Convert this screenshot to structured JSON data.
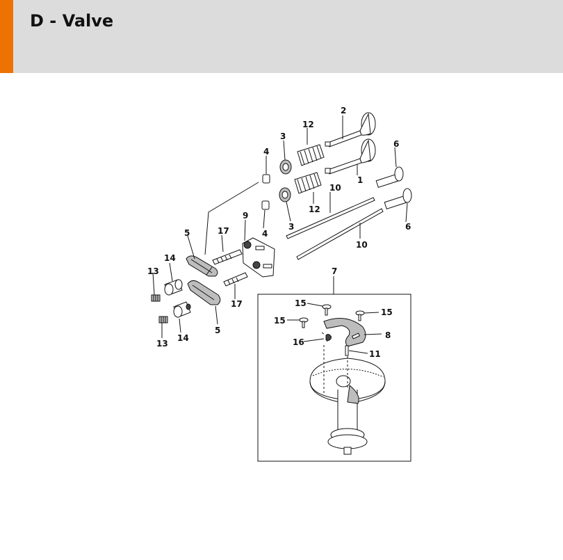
{
  "header": {
    "title": "D - Valve",
    "accent_color": "#ee7203",
    "background_color": "#dcdcdc"
  },
  "callouts": {
    "c1": "1",
    "c2": "2",
    "c3a": "3",
    "c3b": "3",
    "c4a": "4",
    "c4b": "4",
    "c5a": "5",
    "c5b": "5",
    "c6a": "6",
    "c6b": "6",
    "c7": "7",
    "c8": "8",
    "c9": "9",
    "c10a": "10",
    "c10b": "10",
    "c11": "11",
    "c12a": "12",
    "c12b": "12",
    "c13a": "13",
    "c13b": "13",
    "c14a": "14",
    "c14b": "14",
    "c15a": "15",
    "c15b": "15",
    "c15c": "15",
    "c16": "16",
    "c17a": "17",
    "c17b": "17"
  }
}
